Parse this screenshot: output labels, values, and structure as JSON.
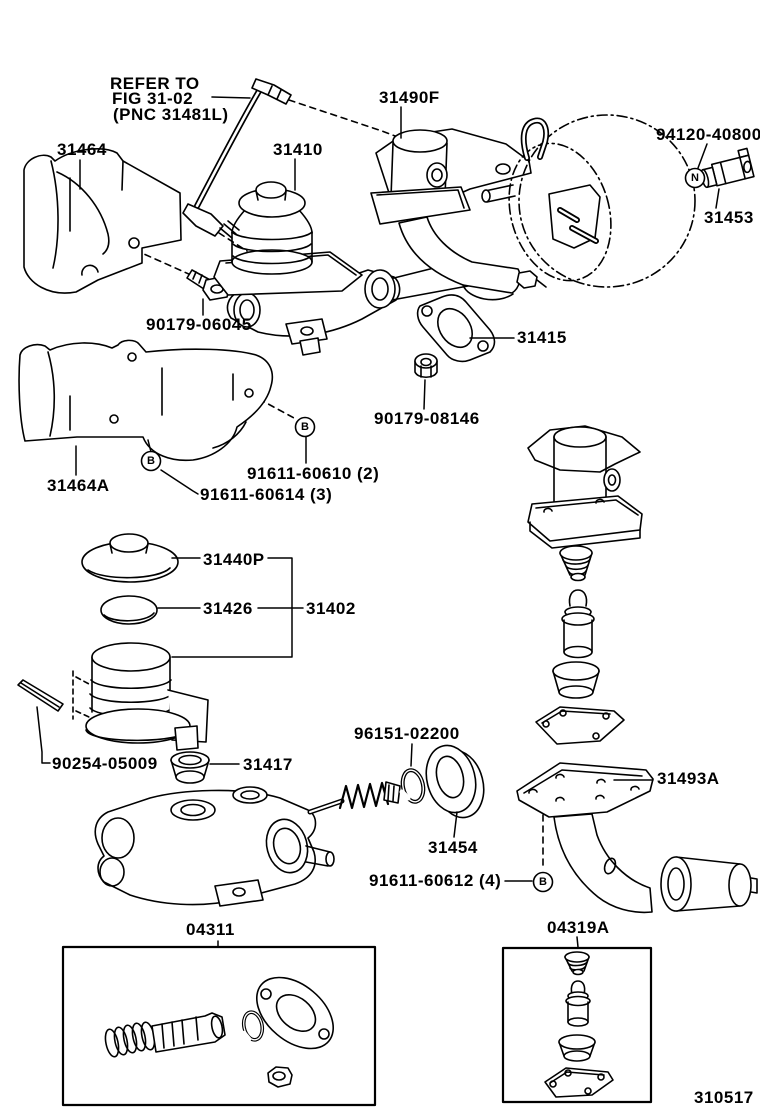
{
  "figure": {
    "code": "310517",
    "note": [
      "REFER TO",
      "FIG 31-02",
      "(PNC 31481L)"
    ],
    "markers": {
      "bolt": "B",
      "nut": "N"
    },
    "parts": {
      "shield_upper": "31464",
      "master_cylinder_assy": "31410",
      "booster_bracket": "31490F",
      "booster_nut": "94120-40800",
      "clamp": "31453",
      "shield_bolt": "90179-06045",
      "gasket": "31415",
      "cylinder_nut": "90179-08146",
      "shield_lower": "31464A",
      "bolt_2pc": "91611-60610 (2)",
      "bolt_3pc": "91611-60614 (3)",
      "reservoir_cap": "31440P",
      "diaphragm": "31426",
      "reservoir_sub_assy": "31402",
      "pin": "90254-05009",
      "grommet": "31417",
      "snap_ring": "96151-02200",
      "boot": "31454",
      "bolt_4pc": "91611-60612 (4)",
      "mounting_bracket": "31493A",
      "repair_kit": "04311",
      "valve_kit": "04319A"
    }
  }
}
